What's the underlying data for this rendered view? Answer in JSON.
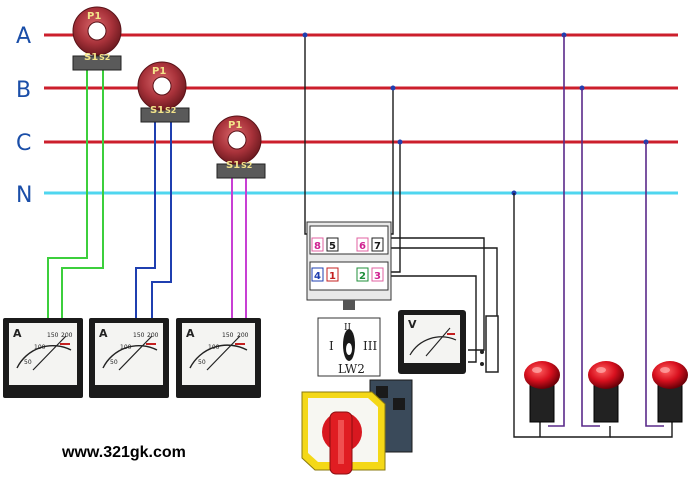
{
  "phases": [
    {
      "label": "A",
      "color": "#cc1f2c"
    },
    {
      "label": "B",
      "color": "#cc1f2c"
    },
    {
      "label": "C",
      "color": "#cc1f2c"
    },
    {
      "label": "N",
      "color": "#4fd6ef"
    }
  ],
  "current_transformers": [
    {
      "primary_label": "P1",
      "s1_label": "S1",
      "s2_label": "S2",
      "wire_color": "#3ccf3c"
    },
    {
      "primary_label": "P1",
      "s1_label": "S1",
      "s2_label": "S2",
      "wire_color": "#1f3fb0"
    },
    {
      "primary_label": "P1",
      "s1_label": "S1",
      "s2_label": "S2",
      "wire_color": "#c83fd4"
    }
  ],
  "ammeters": [
    {
      "unit": "A",
      "scale": [
        "50",
        "100",
        "150",
        "200"
      ]
    },
    {
      "unit": "A",
      "scale": [
        "50",
        "100",
        "150",
        "200"
      ]
    },
    {
      "unit": "A",
      "scale": [
        "50",
        "100",
        "150",
        "200"
      ]
    }
  ],
  "voltmeter": {
    "unit": "V"
  },
  "selector_switch": {
    "terminals_top": [
      "8",
      "5",
      "6",
      "7"
    ],
    "terminals_bottom": [
      "4",
      "1",
      "2",
      "3"
    ],
    "positions": [
      "I",
      "II",
      "III"
    ],
    "model": "LW2"
  },
  "indicator_lamps": {
    "color": "#d8101e",
    "count": 3
  },
  "watermark": "www.321gk.com"
}
